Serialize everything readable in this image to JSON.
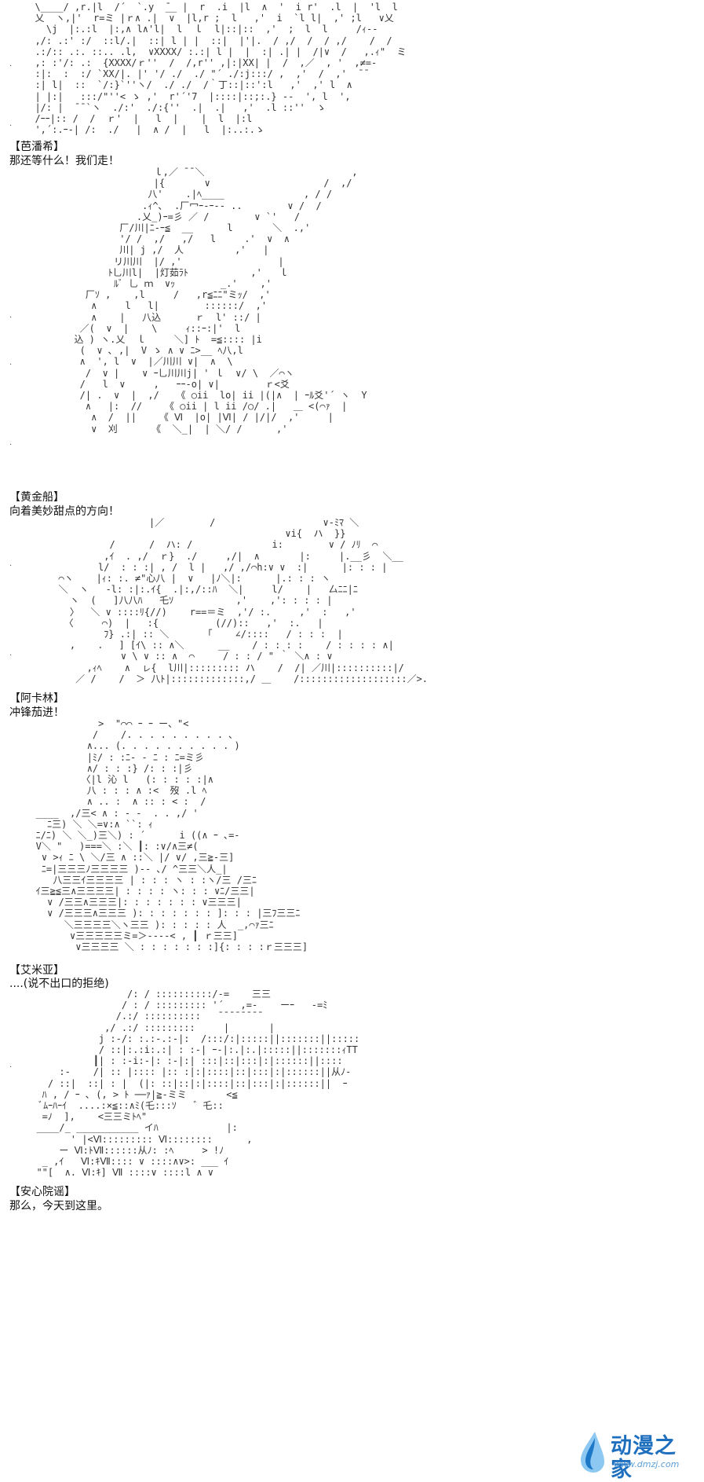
{
  "panels": [
    {
      "art": "  \\____/ ,r.|l  /´  `.y  ̄__ |  r  .i  |l  ∧  '  i r'  .l  |  'l  l\n  乂  ヽ,|'  r=ミ |ｒ∧ .|  ∨  |l,r ;  l   ,'  i  `l l|  ,' ;l   ∨乂\n    \\j  |:.:l  |:,∧ l∧'l|  l  ｌ  l|::|::  ,'  ;  l  l     /ｨ--\n  ,/: .:' :/  ::l/.|  ::| l | |  ::|  |'|.  / ,/  /  / ,/    /  /\n  .:/:: .:. ::.. .l,  ∨XXXX/ :.:| l |  |  :| .| |  /|∨  /   ,.ｨ\"  ミ\n  ,: :'/: .:  {XXXX/ｒ''  /  /,r'' ,|:|XX| |  /  ,／  , '  ,≠=-\n  :|:  :  :/ `XX/|. |' '/ ./  ./ \"´ ./:j:::/ ,  ,'  /  ,'  ̄ ̄\n  :| l|  ::  `/:}`''ヽ/  ./ ./  /｀丁::|::':l   ,'  ,' l  ∧\n  | |:|   :::/\"''< ゝ ,'  r'´'7  |::::|::;:.} --  ', l  ',\n  |/: |  ̄ ̄ `ヽ  ./:'  ./:{''  .|  .|   ,'  .l ::''  ゝ\n  /ｰｰ|:: /  /  ｒ'  |   l  |    |  l  |:l\n  ',´:.ｰ-| /:  ./   |  ∧ /  |   l  |:..:.ゝ",
      "name": "【芭潘希】",
      "line": "那还等什么！我们走！"
    },
    {
      "art": "                ｌ,／ ̄ ̄ ＼                          ,\n                |{       ∨                    /  ,/\n               八'    .|ﾍ____              , / /\n              .ｨ^､  .厂冖ｰ-ｰ-- ..        ∨ /  /\n             .乂_)ｰ=彡 ／ /        ∨ `'   /\n          厂/川|ﾆ-ｰ≦  __      l       ＼  .,'\n          '/ /  ,/   ,/   l     .'  ∨  ∧\n          川| j ,/  人         ,'   |\n         リ川川  |/ ,'                 |\n        ﾄ乚川l|  |灯茹ﾗﾄ           ,'   ｌ\n         ﾙﾞ 乚 ｍ  ∨ｯ        _.'    ,'\n    厂ｿ ,    ,l     /   ,r≦ﾆﾆ\"ミｯ/  ,'\n     ∧     l   l|        ::::::/  ,'\n     ∧    |   八込      ｒ  l' ::/ |\n   ／(  ∨  |    \\     ｨ::ｰ:|'  l\n  込 ) ヽ.乂  ｌ     ＼] ﾄ  =≦:::: |i\n   (  ∨ ､ ,|  V ゝ ∧ ∨ ﾆ>__ ﾍ八,l\n   ∧  ', l  ∨  |／川川 ∨|  ∧  \\\n    /  ∨ |    ∨ ｰ乚川川j| ' ｌ  ∨/ \\  ／⌒ヽ\n   /   l  ∨     ,   ｰｰ-o| ∨|        ｒ<爻\n   /| .  ∨  |  ,/   《 ○ii  lo| ii |(|∧  | ｰﾙ爻'´ ヽ  Y\n    ∧   |:  //    《 ○ii | l ii /○/ .|   ＿ <(⌒ｧ  |\n     ∧  /  ||    《 Ⅵ  |o| |Ⅵ| / |/|/  ,'     |\n     ∨  刈      《  ＼_|  | ＼/ /      ,'",
      "name": "【黄金船】",
      "line": "向着美妙甜点的方向！"
    },
    {
      "art": "                  |／        /                   ∨-ﾐﾏ ＼\n                                          ∨i{  ハ  }}\n           /      /  ハ: /              i:        ∨ / ﾉﾘ  ⌒\n          ,ｲ  . ,/  ｒ}  ./     ,/|  ∧       |:     |.__彡  ＼__\n         l/  : : :| , /  l |   ,/ ,/⌒h:∨ ∨  :|      |: : : |\n  ⌒ヽ    |ｨ: :. ≠\"心八 |  ∨   |ﾉ＼|:      |.: : : ヽ\n  ＼  ヽ   -l: :|:.ｲ{  .|:,/::ﾊ  ＼|     l/    |   厶ﾆﾆ|ﾆ\n    ヽ  (   ]八八ﾊ   乇ｿ           ,'    ,': : : : |\n    〉  ＼ ∨ ::::ﾘ{//)    r==＝ミ  ,'/ :.     ,'  :   ,'\n   〈     ⌒)  |   :{          (//)::   ,'  :.   |\n          ﾌ} .:| :: ＼      「    ∠/::::   / : : :  |\n    ,    ．  ] [ｲ\\ :: ∧＼      __    / : : : :    / : : : : ∧|\n             ∨ \\ ∨ :: ∧  ⌒     / : : / \" ｀ ＼∧ : ∨\n       ,ｨﾍ    ∧  ㇾ{  l川|::::::::: ハ    /  /| ／川|::::::::::|/\n     ／ /    /  ＞ 八ﾄ|:::::::::::::,/ ＿    /:::::::::::::::::::／>.",
      "name": "【阿卡林】",
      "line": "冲锋茄进！"
    },
    {
      "art": "              >  \"⌒⌒ ｰ ｰ ー、\"<\n             /    /. . . . . . . . . ､\n            ∧... (. . . . . . . . . . )\n            |ﾐ/ : :ﾆ- - ﾆ : ﾆ=ミ彡\n            ∧/ : : :} /: : :|彡\n           〈|l 沁 l   (: : : : :|∧\n            八 : : : ∧ :<  歿 .l ﾍ\n            ∧ .. :  ∧ :: : < :  /\n   ____  ,/三< ∧ : - -  . . ,/ '\n     ﾆ三) ＼ ＼=∨:∧ ``: ｨ\n   ﾆ/ﾆ) ＼ ＼_)三＼) : ´      i ((∧ ｰ ､=-\n   V＼ \"   )===＼ :＼ ┃: :∨/∧三≠(\n    ∨ >ｨ ﾆ \\ ＼/三 ∧ ::＼ |/ ∨/ ,三≧-三]\n    ﾆ=|三三三ﾉ三三三三 )-- ､/ ^三三＼人_|\n      八三三ｲ三三三三 | : : : ヽ : :ヽ/三 /三ﾆ\n   ｲ三≧≦三∧三三三三| : : : : ヽ: : : ∨ﾆ/三三|\n     ∨ /三三∧三三三|: : : : : : : ∨三三三|\n     ∨ /三三三∧三三三 ): : : : : : : ]: : : |三ﾌ三三ﾆ\n        ＼三三三三＼ヽ三三 ): : : : : 人  _,⌒ｧ三ﾆ\n         ∨三三三三三ミ=＞----< , ┃ ｒ三三]\n          ∨三三三三 ＼ : : : : : : :]{: : : :ｒ三三三]",
      "name": "【艾米亚】",
      "line": "....(说不出口的拒绝)"
    },
    {
      "art": "                  /: / ::::::::::/-=    三三\n                 / : / ::::::::: '´   ,=-    ーｰ   -=ﾐ\n                /.:/ ::::::::::   ̄ ̄ ̄ ̄ ̄ ̄ ̄ ̄\n              ,/ .:/ :::::::::     |       |\n             j :-/: :.:-.:-|:  /:::/:|:::::||:::::::||:::::\n             / ::|:.:i:.:| : :-| ｰ-|:.|:.|:::::||:::::::ｨTT\n            ┃| : :-i:-|: :-|:| :::|::|:::|:|::::::||::::\n      :-    /| :: |:::: |:: :|:|::::|::|:::|:|::::::||从ﾉ-\n    / ::|  ::| : |  (|: ::|::|:|::::|::|:::|:|::::::||  ｰ\n   ﾊ , / ｰ ､ (, > ﾄ ──ｧ|≧-ミミ       <≦\n   ﾞﾑｰﾊｰｲ  ....:×≦::∧ﾐ(乇:::ｿ   ゛乇::\n   =ﾉ  ],    <三三ミﾄﾍ\"\n  ____/_ ___________ イﾊ            |:\n        ' |<Ⅵ::::::::: Ⅵ::::::::      ,\n      ー Ⅵ:ﾄⅦ::::::从ﾉ: :ﾍ     > !ﾉ\n   _ ,ｲ   Ⅵ:ｷⅦ:::: ∨ ::::∧∨>: ___ ｲ\n  \"\"[  ∧. Ⅵ:ｷ] Ⅶ ::::∨ ::::l ∧ ∨",
      "name": "【安心院谣】",
      "line": "那么，今天到这里。"
    }
  ],
  "watermark": {
    "title": "动漫之家",
    "url": "www.dmzj.com",
    "accent": "#1f6fbf",
    "drop_light": "#8cc8f2",
    "drop_dark": "#1e78c8"
  }
}
